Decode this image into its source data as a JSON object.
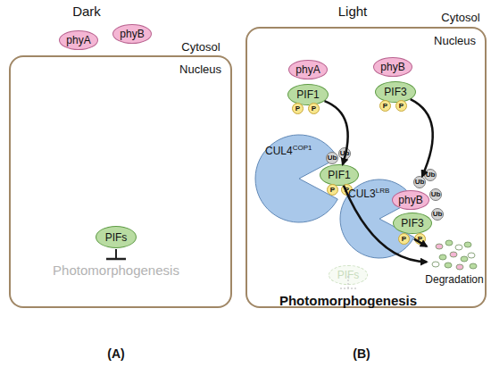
{
  "diagram": {
    "nodes": [
      {
        "text": [
          "phyA"
        ]
      },
      {
        "text": [
          "phyB"
        ]
      },
      {
        "text": [
          "Nucleus"
        ]
      },
      {
        "text": [
          "PIFs"
        ],
        "in": 2
      },
      {
        "text": [
          "Nucleus"
        ]
      },
      {
        "text": [
          "phyA"
        ],
        "in": 4
      },
      {
        "text": [
          "PIF1"
        ],
        "in": 4
      },
      {
        "text": [
          "P"
        ],
        "in": 4
      },
      {
        "text": [
          "P"
        ],
        "in": 4
      },
      {
        "text": [
          "phyB"
        ],
        "in": 4
      },
      {
        "text": [
          "PIF3"
        ],
        "in": 4
      },
      {
        "text": [
          "P"
        ],
        "in": 4
      },
      {
        "text": [
          "P"
        ],
        "in": 4
      },
      {
        "text": [
          "CUL4",
          "COP1"
        ],
        "in": 4
      },
      {
        "text": [
          "PIF1"
        ],
        "in": 13
      },
      {
        "text": [
          "Ub"
        ],
        "in": 4
      },
      {
        "text": [
          "Ub"
        ],
        "in": 4
      },
      {
        "text": [
          "P"
        ],
        "in": 4
      },
      {
        "text": [
          "P"
        ],
        "in": 4
      },
      {
        "text": [
          "CUL3",
          "LRB"
        ],
        "in": 4
      },
      {
        "text": [
          "phyB"
        ],
        "in": 19
      },
      {
        "text": [
          "PIF3"
        ],
        "in": 19
      },
      {
        "text": [
          "Ub"
        ],
        "in": 4
      },
      {
        "text": [
          "Ub"
        ],
        "in": 4
      },
      {
        "text": [
          "Ub"
        ],
        "in": 4
      },
      {
        "text": [
          "Ub"
        ],
        "in": 4
      },
      {
        "text": [
          "P"
        ],
        "in": 4
      },
      {
        "text": [
          "P"
        ],
        "in": 4
      },
      {
        "text": [
          "PIFs"
        ],
        "in": 4
      },
      {
        "text": [
          "Degradation"
        ],
        "in": 4
      }
    ],
    "edges": [
      {
        "from": 6,
        "to": 14,
        "arrow": "to"
      },
      {
        "from": 10,
        "to": 22,
        "arrow": "to"
      },
      {
        "from": 14,
        "to": 29,
        "arrow": "to"
      },
      {
        "from": 19,
        "to": 29,
        "arrow": "to"
      }
    ],
    "labels": [
      "Dark",
      "Cytosol",
      "Photomorphogenesis",
      "(A)",
      "Light",
      "Cytosol",
      "Photomorphogenesis",
      "(B)"
    ]
  }
}
